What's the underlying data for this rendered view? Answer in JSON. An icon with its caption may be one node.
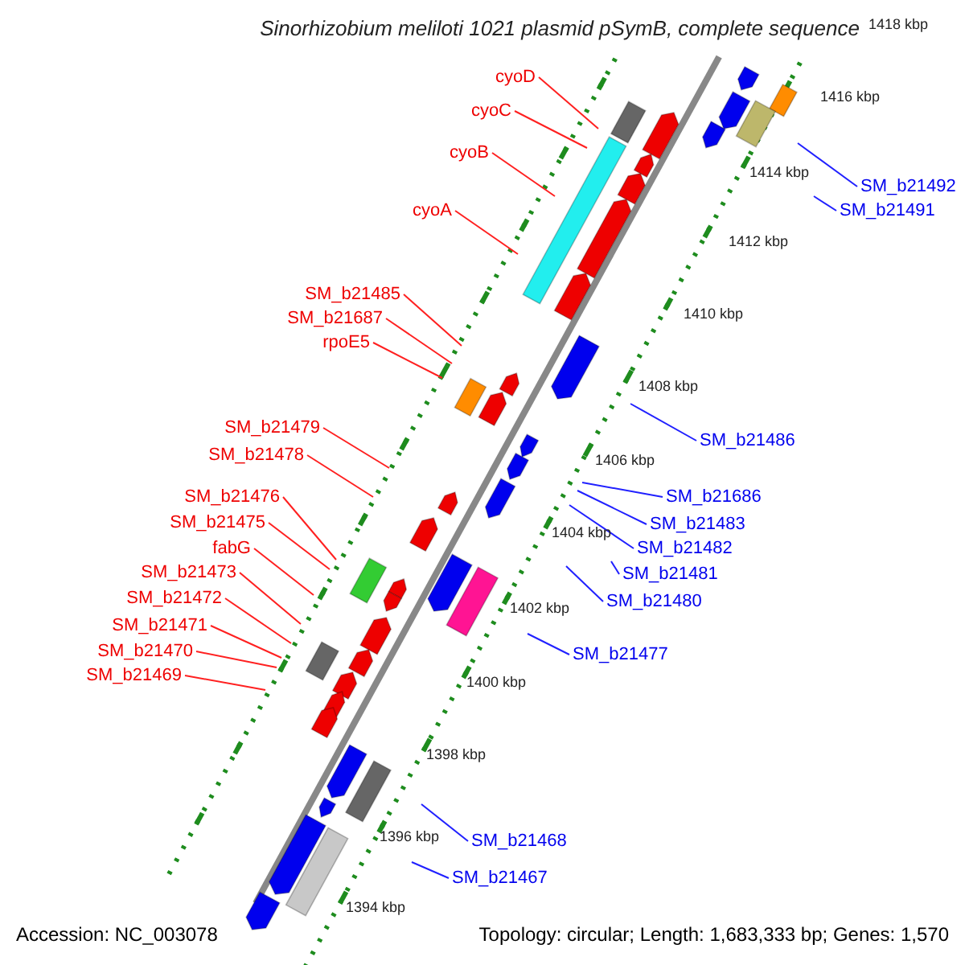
{
  "diagram": {
    "title": "Sinorhizobium meliloti 1021 plasmid pSymB, complete sequence",
    "nodes": [
      {
        "text": [
          "cyoD"
        ]
      },
      {
        "text": [
          "cyoC"
        ]
      },
      {
        "text": [
          "cyoB"
        ]
      },
      {
        "text": [
          "SM_b21492"
        ]
      },
      {
        "text": [
          "cyoA"
        ]
      },
      {
        "text": [
          "SM_b21491"
        ]
      },
      {
        "text": [
          "SM_b21485"
        ]
      },
      {
        "text": [
          "SM_b21687"
        ]
      },
      {
        "text": [
          "rpoE5"
        ]
      },
      {
        "text": [
          "SM_b21479"
        ]
      },
      {
        "text": [
          "SM_b21486"
        ]
      },
      {
        "text": [
          "SM_b21478"
        ]
      },
      {
        "text": [
          "SM_b21686"
        ]
      },
      {
        "text": [
          "SM_b21476"
        ]
      },
      {
        "text": [
          "SM_b21483"
        ]
      },
      {
        "text": [
          "SM_b21475"
        ]
      },
      {
        "text": [
          "SM_b21482"
        ]
      },
      {
        "text": [
          "fabG"
        ]
      },
      {
        "text": [
          "SM_b21473"
        ]
      },
      {
        "text": [
          "SM_b21481"
        ]
      },
      {
        "text": [
          "SM_b21472"
        ]
      },
      {
        "text": [
          "SM_b21480"
        ]
      },
      {
        "text": [
          "SM_b21471"
        ]
      },
      {
        "text": [
          "SM_b21470"
        ]
      },
      {
        "text": [
          "SM_b21477"
        ]
      },
      {
        "text": [
          "SM_b21469"
        ]
      },
      {
        "text": [
          "SM_b21468"
        ]
      },
      {
        "text": [
          "SM_b21467"
        ]
      }
    ],
    "edges": [
      {
        "from": 0,
        "to": null,
        "arrow": "none"
      },
      {
        "from": 1,
        "to": null,
        "arrow": "none"
      },
      {
        "from": 2,
        "to": null,
        "arrow": "none"
      },
      {
        "from": 3,
        "to": null,
        "arrow": "none",
        "color": "#2020ff"
      },
      {
        "from": 4,
        "to": null,
        "arrow": "none"
      },
      {
        "from": 5,
        "to": null,
        "arrow": "none",
        "color": "#2020ff"
      },
      {
        "from": 6,
        "to": null,
        "arrow": "none"
      },
      {
        "from": 7,
        "to": null,
        "arrow": "none"
      },
      {
        "from": 8,
        "to": null,
        "arrow": "none"
      },
      {
        "from": 9,
        "to": null,
        "arrow": "none"
      },
      {
        "from": 10,
        "to": null,
        "arrow": "none",
        "color": "#2020ff"
      },
      {
        "from": 11,
        "to": null,
        "arrow": "none"
      },
      {
        "from": 12,
        "to": null,
        "arrow": "none",
        "color": "#2020ff"
      },
      {
        "from": 13,
        "to": null,
        "arrow": "none"
      },
      {
        "from": 14,
        "to": null,
        "arrow": "none",
        "color": "#2020ff"
      },
      {
        "from": 15,
        "to": null,
        "arrow": "none"
      },
      {
        "from": 16,
        "to": null,
        "arrow": "none",
        "color": "#2020ff"
      },
      {
        "from": 17,
        "to": null,
        "arrow": "none"
      },
      {
        "from": 18,
        "to": null,
        "arrow": "none"
      },
      {
        "from": 19,
        "to": null,
        "arrow": "none",
        "color": "#2020ff"
      },
      {
        "from": 20,
        "to": null,
        "arrow": "none"
      },
      {
        "from": 21,
        "to": null,
        "arrow": "none",
        "color": "#2020ff"
      },
      {
        "from": 22,
        "to": null,
        "arrow": "none"
      },
      {
        "from": 23,
        "to": null,
        "arrow": "none"
      },
      {
        "from": 24,
        "to": null,
        "arrow": "none",
        "color": "#2020ff"
      },
      {
        "from": 25,
        "to": null,
        "arrow": "none"
      },
      {
        "from": 26,
        "to": null,
        "arrow": "none",
        "color": "#2020ff"
      },
      {
        "from": 27,
        "to": null,
        "arrow": "none",
        "color": "#2020ff"
      }
    ],
    "labels": [
      "1418 kbp",
      "1416 kbp",
      "1414 kbp",
      "1412 kbp",
      "1410 kbp",
      "1408 kbp",
      "1406 kbp",
      "1404 kbp",
      "1402 kbp",
      "1400 kbp",
      "1398 kbp",
      "1396 kbp",
      "1394 kbp",
      "Accession: NC_003078",
      "Topology: circular; Length: 1,683,333 bp; Genes: 1,570"
    ]
  }
}
